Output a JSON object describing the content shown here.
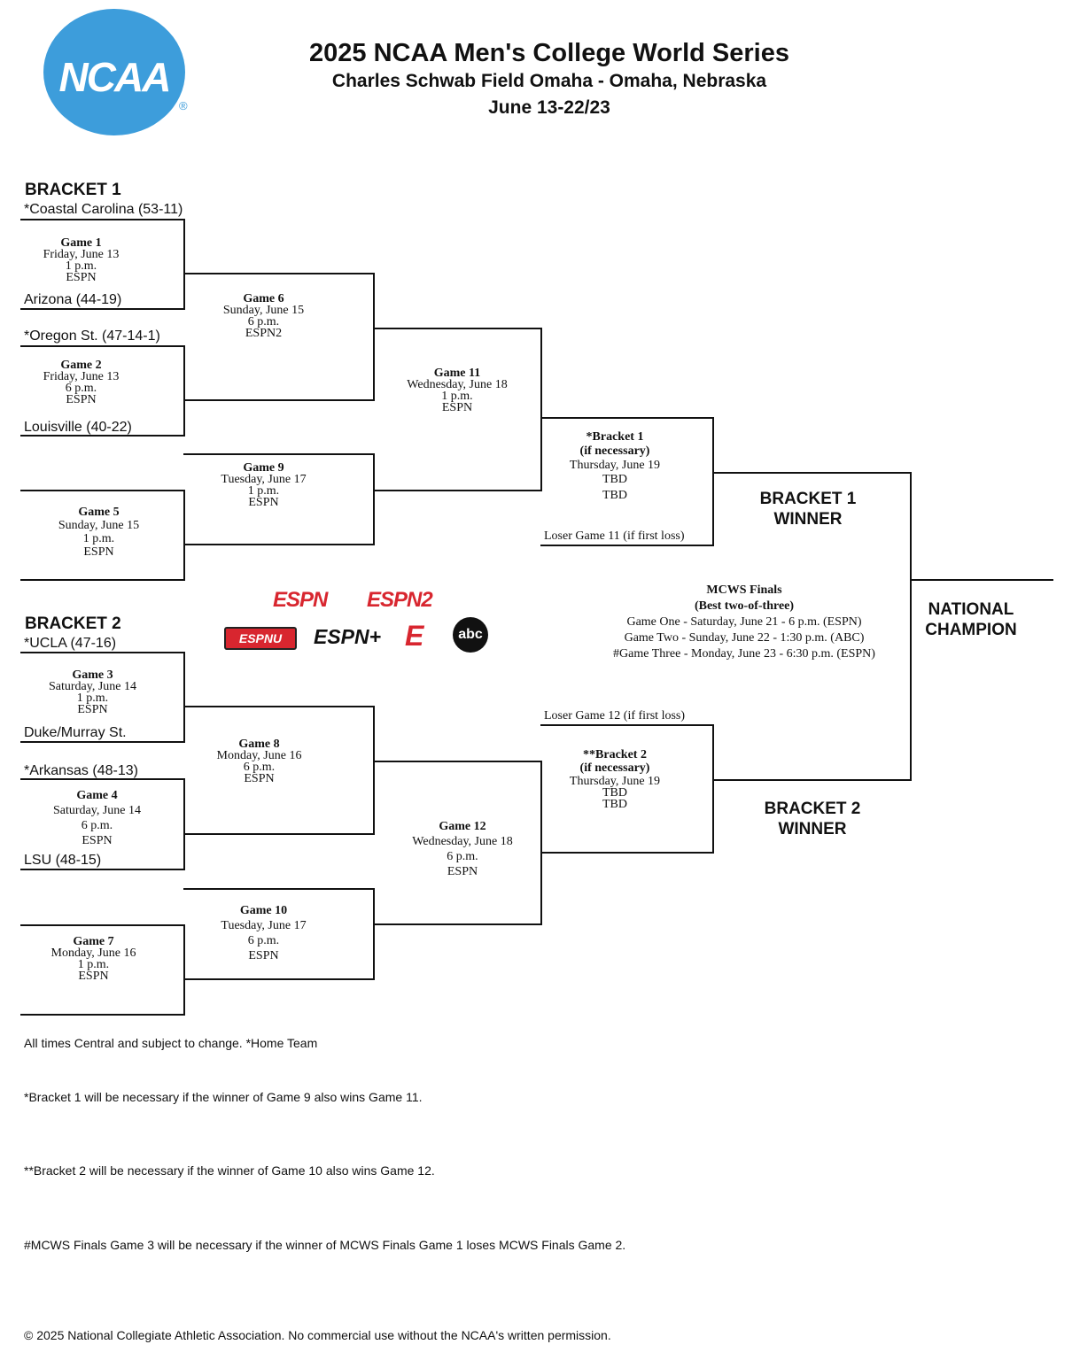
{
  "header": {
    "logo_text": "NCAA",
    "logo_mark": "®",
    "logo_color": "#3d9ddb",
    "title": "2025 NCAA Men's College World Series",
    "subtitle": "Charles Schwab Field Omaha - Omaha, Nebraska",
    "dates": "June 13-22/23"
  },
  "bracket1": {
    "label": "BRACKET 1",
    "teams": {
      "coastal": "*Coastal Carolina (53-11)",
      "arizona": "Arizona (44-19)",
      "oregon": "*Oregon St. (47-14-1)",
      "louisville": "Louisville (40-22)"
    }
  },
  "bracket2": {
    "label": "BRACKET 2",
    "teams": {
      "ucla": "*UCLA (47-16)",
      "duke": "Duke/Murray St.",
      "arkansas": "*Arkansas (48-13)",
      "lsu": "LSU (48-15)"
    }
  },
  "games": {
    "g1": {
      "title": "Game 1",
      "day": "Friday, June 13",
      "time": "1 p.m.",
      "tv": "ESPN"
    },
    "g2": {
      "title": "Game 2",
      "day": "Friday, June 13",
      "time": "6 p.m.",
      "tv": "ESPN"
    },
    "g5": {
      "title": "Game 5",
      "day": "Sunday, June 15",
      "time": "1 p.m.",
      "tv": "ESPN"
    },
    "g6": {
      "title": "Game 6",
      "day": "Sunday, June 15",
      "time": "6 p.m.",
      "tv": "ESPN2"
    },
    "g9": {
      "title": "Game 9",
      "day": "Tuesday, June 17",
      "time": "1 p.m.",
      "tv": "ESPN"
    },
    "g11": {
      "title": "Game 11",
      "day": "Wednesday, June 18",
      "time": "1 p.m.",
      "tv": "ESPN"
    },
    "b1": {
      "title": "*Bracket 1",
      "sub": "(if necessary)",
      "day": "Thursday, June 19",
      "time": "TBD",
      "tv": "TBD",
      "loser": "Loser Game 11 (if first loss)"
    },
    "g3": {
      "title": "Game 3",
      "day": "Saturday, June 14",
      "time": "1 p.m.",
      "tv": "ESPN"
    },
    "g4": {
      "title": "Game 4",
      "day": "Saturday, June 14",
      "time": "6 p.m.",
      "tv": "ESPN"
    },
    "g7": {
      "title": "Game 7",
      "day": "Monday, June 16",
      "time": "1 p.m.",
      "tv": "ESPN"
    },
    "g8": {
      "title": "Game 8",
      "day": "Monday, June 16",
      "time": "6 p.m.",
      "tv": "ESPN"
    },
    "g10": {
      "title": "Game 10",
      "day": "Tuesday, June 17",
      "time": "6 p.m.",
      "tv": "ESPN"
    },
    "g12": {
      "title": "Game 12",
      "day": "Wednesday, June 18",
      "time": "6 p.m.",
      "tv": "ESPN"
    },
    "b2": {
      "title": "**Bracket 2",
      "sub": "(if necessary)",
      "day": "Thursday, June 19",
      "time": "TBD",
      "tv": "TBD",
      "loser": "Loser Game 12 (if first loss)"
    }
  },
  "winners": {
    "b1_line1": "BRACKET 1",
    "b1_line2": "WINNER",
    "b2_line1": "BRACKET 2",
    "b2_line2": "WINNER",
    "champ_line1": "NATIONAL",
    "champ_line2": "CHAMPION"
  },
  "finals": {
    "title": "MCWS Finals",
    "sub": "(Best two-of-three)",
    "g1": "Game One - Saturday, June 21 - 6 p.m. (ESPN)",
    "g2": "Game Two - Sunday, June 22 - 1:30 p.m. (ABC)",
    "g3": "#Game Three - Monday, June 23 - 6:30 p.m. (ESPN)"
  },
  "networks": {
    "espn": "ESPN",
    "espn2": "ESPN2",
    "espnu": "ESPNU",
    "espnplus": "ESPN+",
    "espn_e": "E",
    "abc": "abc",
    "espn_red": "#d8262f"
  },
  "notes": {
    "n1": "All times Central and subject to change. *Home Team",
    "n2": "*Bracket 1 will be necessary if the winner of Game 9 also wins Game 11.",
    "n3": "**Bracket 2 will be necessary if the winner of Game 10 also wins Game 12.",
    "n4": "#MCWS Finals Game 3 will be necessary if the winner of MCWS Finals Game 1 loses MCWS Finals Game 2.",
    "copyright": "© 2025 National Collegiate Athletic Association. No commercial use without the NCAA's written permission."
  }
}
